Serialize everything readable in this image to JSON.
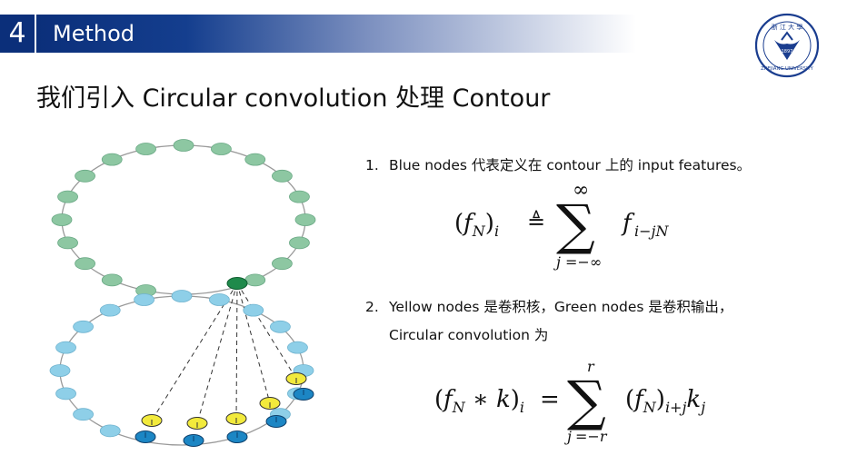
{
  "header": {
    "section_number": "4",
    "section_title": "Method"
  },
  "logo": {
    "name": "zhejiang-university-seal",
    "text": "ZHEJIANG UNIVERSITY",
    "year": "1897"
  },
  "slide_title": "我们引入 Circular convolution 处理 Contour",
  "points": [
    {
      "index": "1.",
      "text": "Blue nodes 代表定义在 contour 上的 input features。"
    },
    {
      "index": "2.",
      "text": "Yellow nodes 是卷积核，Green nodes 是卷积输出，",
      "continuation": "Circular convolution 为"
    }
  ],
  "colors": {
    "header_dark": "#0b2f7a",
    "green_node": "#8dc7a2",
    "green_output": "#1f8a4b",
    "blue_node": "#8ecfe8",
    "dark_blue_node": "#1c86c4",
    "yellow_node": "#f2ea3c"
  }
}
